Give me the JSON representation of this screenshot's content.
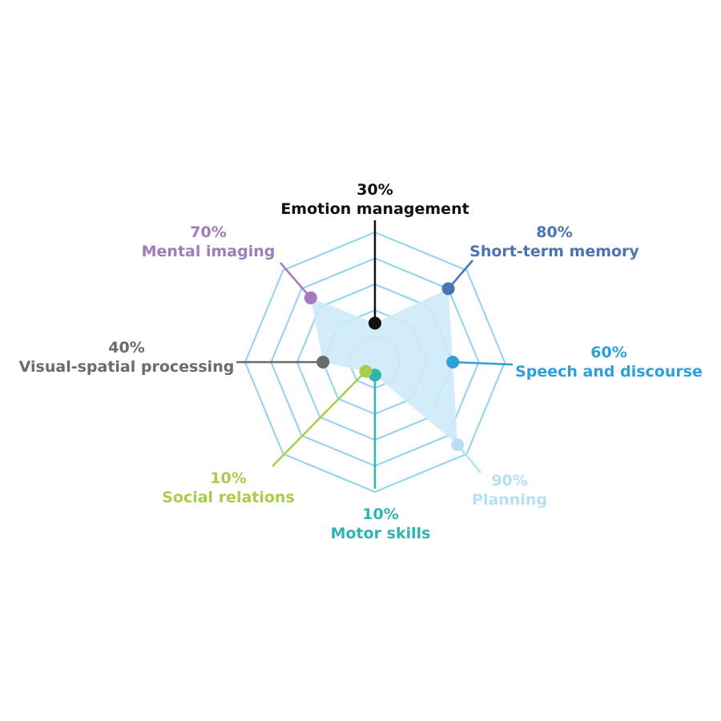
{
  "chart_data": {
    "type": "radar",
    "max": 100,
    "unit": "%",
    "grid_levels": 5,
    "grid_color": "#8fd3f0",
    "fill_color": "#cdeaf9",
    "axes": [
      {
        "name": "Emotion management",
        "value": 30,
        "display": "30%",
        "color": "#111111"
      },
      {
        "name": "Short-term memory",
        "value": 80,
        "display": "80%",
        "color": "#4a74b6"
      },
      {
        "name": "Speech and discourse",
        "value": 60,
        "display": "60%",
        "color": "#2e9fd8"
      },
      {
        "name": "Planning",
        "value": 90,
        "display": "90%",
        "color": "#b8e0f4"
      },
      {
        "name": "Motor skills",
        "value": 10,
        "display": "10%",
        "color": "#2cb5b1"
      },
      {
        "name": "Social relations",
        "value": 10,
        "display": "10%",
        "color": "#a9cd4a"
      },
      {
        "name": "Visual-spatial processing",
        "value": 40,
        "display": "40%",
        "color": "#6b6b6b"
      },
      {
        "name": "Mental imaging",
        "value": 70,
        "display": "70%",
        "color": "#a17bbb"
      }
    ]
  }
}
